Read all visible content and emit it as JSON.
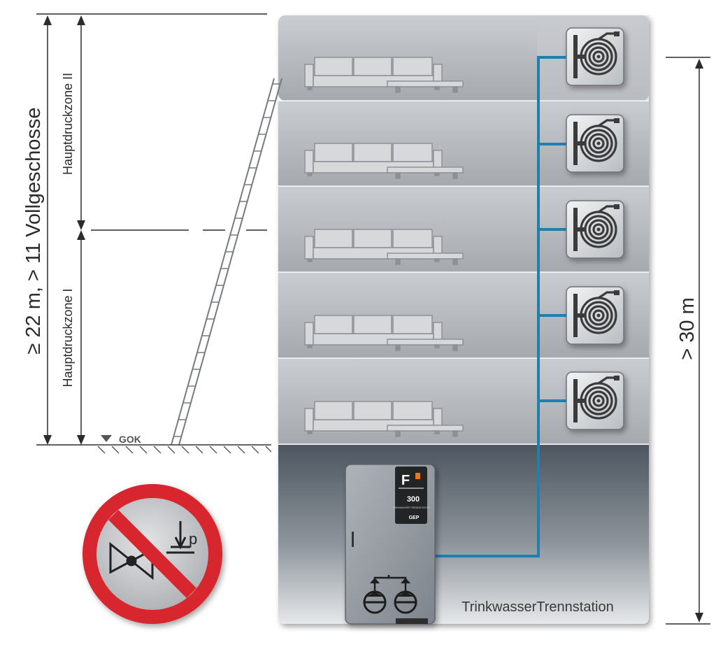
{
  "dimensions": {
    "overall_height_label": "≥ 22 m, > 11 Vollgeschosse",
    "zone_upper_label": "Hauptdruckzone II",
    "zone_lower_label": "Hauptdruckzone I",
    "right_height_label": "> 30 m",
    "ground_label": "GOK"
  },
  "station": {
    "caption": "TrinkwasserTrennstation",
    "badge_letter": "F",
    "badge_number": "300",
    "badge_subtext": "TRINKWASSER TRENNSTATION",
    "badge_brand": "GEP"
  },
  "prohibition_sign": {
    "pressure_symbol": "p"
  },
  "floors": {
    "count": 5,
    "hose_reel_count": 5
  },
  "colors": {
    "pipe": "#1f7fae",
    "sign_red": "#d7282f",
    "building_panel": "#a9adb3",
    "basement": "#5a626b"
  }
}
